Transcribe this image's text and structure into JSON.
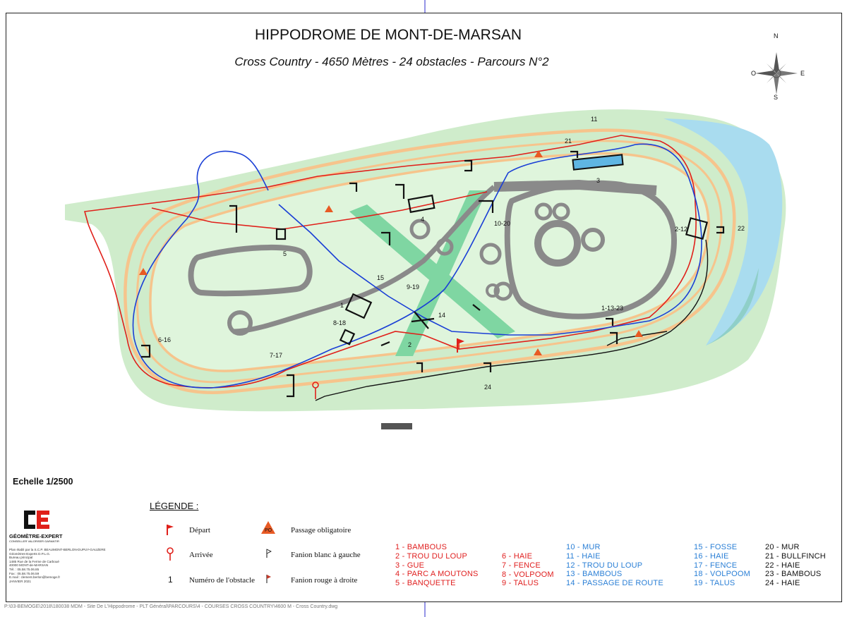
{
  "header": {
    "title": "HIPPODROME DE MONT-DE-MARSAN",
    "subtitle": "Cross Country - 4650 Mètres - 24 obstacles - Parcours N°2"
  },
  "compass": {
    "north": "N",
    "south": "S",
    "east": "E",
    "west": "O"
  },
  "scale": "Echelle 1/2500",
  "legend": {
    "title": "LÉGENDE :",
    "depart": "Départ",
    "arrivee": "Arrivée",
    "numero": "Numéro de l'obstacle",
    "numero_sample": "1",
    "passage": "Passage obligatoire",
    "passage_badge": "PO",
    "fanion_blanc": "Fanion blanc à gauche",
    "fanion_rouge": "Fanion rouge à droite"
  },
  "obstacles": {
    "col1": [
      "1 - BAMBOUS",
      "2 - TROU DU LOUP",
      "3 - GUE",
      "4 - PARC A MOUTONS",
      "5 - BANQUETTE"
    ],
    "col2": [
      "6 - HAIE",
      "7 - FENCE",
      "8 - VOLPOOM",
      "9 - TALUS"
    ],
    "col3": [
      "10 - MUR",
      "11 - HAIE",
      "12 - TROU DU LOUP",
      "13 - BAMBOUS",
      "14 - PASSAGE DE ROUTE"
    ],
    "col4": [
      "15 - FOSSE",
      "16 - HAIE",
      "17 - FENCE",
      "18 - VOLPOOM",
      "19 - TALUS"
    ],
    "col5": [
      "20 - MUR",
      "21 - BULLFINCH",
      "22 - HAIE",
      "23 - BAMBOUS",
      "24 - HAIE"
    ]
  },
  "map_labels": {
    "l11": "11",
    "l21": "21",
    "l3": "3",
    "l22": "22",
    "l2_12": "2-12",
    "l10_20": "10-20",
    "l4": "4",
    "l5": "5",
    "l15": "15",
    "l9_19": "9-19",
    "l1": "1",
    "l14": "14",
    "l8_18": "8-18",
    "l2": "2",
    "l1_13_23": "1-13-23",
    "l6_16": "6-16",
    "l7_17": "7-17",
    "l24": "24"
  },
  "branding": {
    "logo_name": "GÉOMÈTRE-EXPERT",
    "logo_tagline": "CONSEILLER VALORISER GARANTIR",
    "credits": [
      "Plan établi par la S.C.P. BEAUMONT-BERLON-DUPUY-GAUZERE",
      "Géomètres-Experts D.P.L.G.",
      "Bureau principal",
      "1485 Rue de la Ferme de Carboué",
      "40000 MONT-de-MARSAN",
      "Tél. : 05.58.75.06.85",
      "Fax : 05.58.75.06.59",
      "E.mail : clement.berlon@bemoge.fr",
      "JANVIER 2021"
    ]
  },
  "file_path": "P:\\03-BEMOGE\\2018\\180038 MDM - Site De L'Hippodrome - PLT Général\\PARCOURS\\4 - COURSES CROSS COUNTRY\\4600 M - Cross Country.dwg",
  "colors": {
    "route_red": "#e0201a",
    "route_blue": "#1a3fd6",
    "route_black": "#111111",
    "grass": "#cfeccb",
    "track_orange": "#f6c48c",
    "road_grey": "#8a8a8a",
    "water": "#a9dcef"
  }
}
